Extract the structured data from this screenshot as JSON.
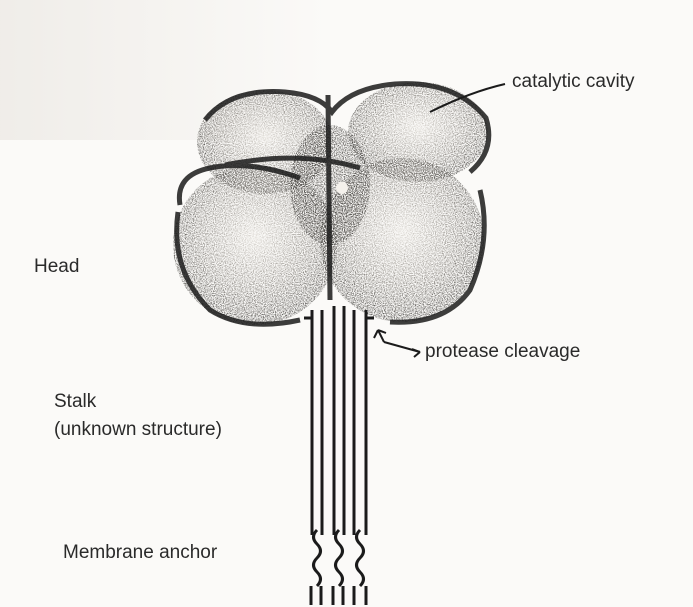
{
  "labels": {
    "catalytic_cavity": "catalytic cavity",
    "head": "Head",
    "protease_cleavage": "protease cleavage",
    "stalk": "Stalk",
    "stalk_note": "(unknown structure)",
    "membrane_anchor": "Membrane anchor"
  },
  "colors": {
    "ink": "#1b1b1b",
    "text": "#2a2a2a",
    "paper": "#fbfaf8"
  },
  "icons": {
    "cleavage_arrow": "double-arrow-icon"
  }
}
